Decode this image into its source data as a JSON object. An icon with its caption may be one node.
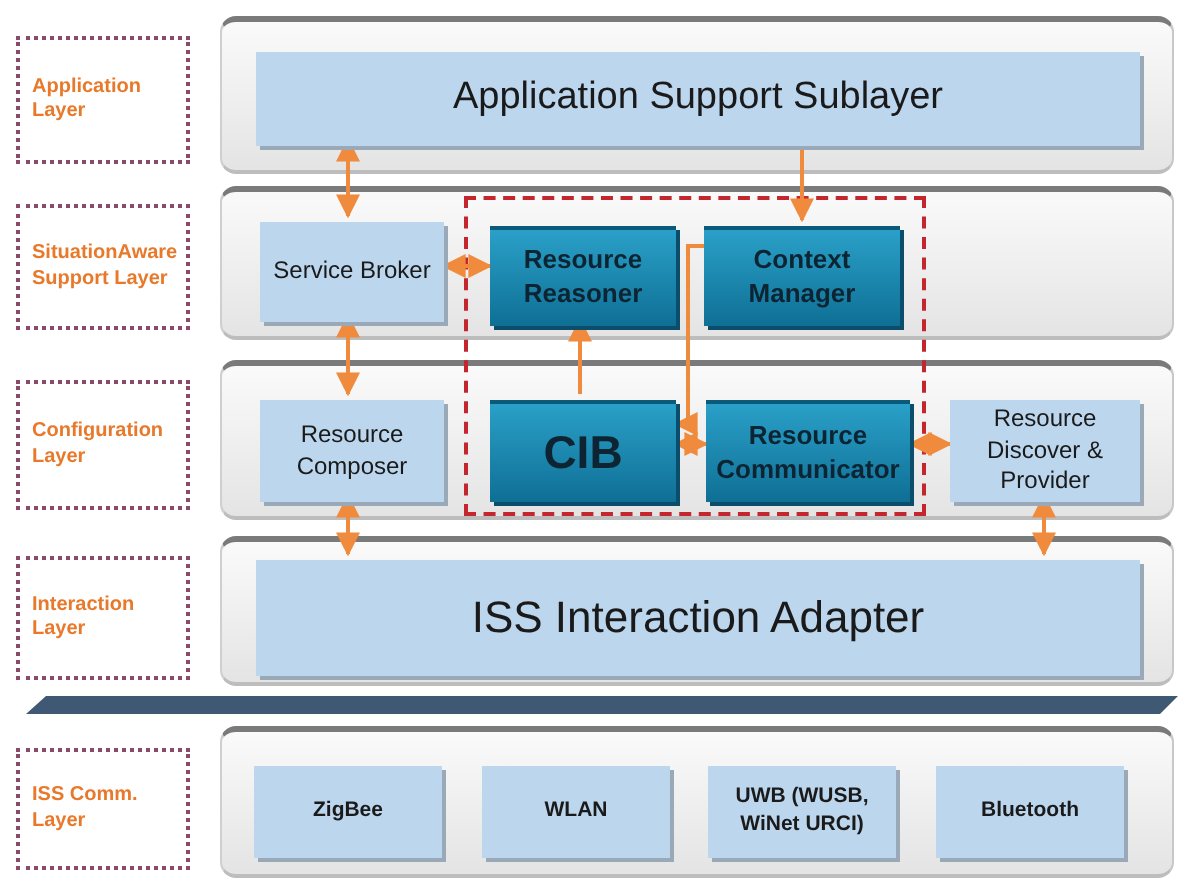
{
  "diagram": {
    "nodes": [
      {
        "text": [
          "Application Layer"
        ]
      },
      {
        "text": [],
        "shape": "box"
      },
      {
        "text": [
          "Application Support Sublayer"
        ],
        "in": 1
      },
      {
        "text": [
          "SituationAware Support Layer"
        ]
      },
      {
        "text": [],
        "shape": "box"
      },
      {
        "text": [
          "Service Broker"
        ],
        "in": 4
      },
      {
        "text": [
          "Resource Reasoner"
        ],
        "in": 4
      },
      {
        "text": [
          "Context Manager"
        ],
        "in": 4
      },
      {
        "text": [
          "Configuration Layer"
        ]
      },
      {
        "text": [],
        "shape": "box"
      },
      {
        "text": [
          "Resource Composer"
        ],
        "in": 9
      },
      {
        "text": [
          "CIB"
        ],
        "in": 9
      },
      {
        "text": [
          "Resource Communicator"
        ],
        "in": 9
      },
      {
        "text": [
          "Resource Discover & Provider"
        ],
        "in": 9
      },
      {
        "text": [
          "Interaction Layer"
        ]
      },
      {
        "text": [],
        "shape": "box"
      },
      {
        "text": [
          "ISS Interaction Adapter"
        ],
        "in": 15
      },
      {
        "text": [
          "ISS Comm. Layer"
        ]
      },
      {
        "text": [],
        "shape": "box"
      },
      {
        "text": [
          "ZigBee"
        ],
        "in": 18
      },
      {
        "text": [
          "WLAN"
        ],
        "in": 18
      },
      {
        "text": [
          "UWB (WUSB, WiNet URCI)"
        ],
        "in": 18
      },
      {
        "text": [
          "Bluetooth"
        ],
        "in": 18
      }
    ],
    "edges": [
      {
        "from": 2,
        "to": 5,
        "arrow": "both"
      },
      {
        "from": 2,
        "to": 7,
        "arrow": "to"
      },
      {
        "from": 5,
        "to": 6,
        "arrow": "both"
      },
      {
        "from": 5,
        "to": 10,
        "arrow": "both"
      },
      {
        "from": 11,
        "to": 6,
        "arrow": "to"
      },
      {
        "from": 7,
        "to": 11,
        "arrow": "to"
      },
      {
        "from": 11,
        "to": 12,
        "arrow": "both"
      },
      {
        "from": 12,
        "to": 13,
        "arrow": "both"
      },
      {
        "from": 10,
        "to": 16,
        "arrow": "both"
      },
      {
        "from": 13,
        "to": 16,
        "arrow": "both"
      }
    ]
  }
}
